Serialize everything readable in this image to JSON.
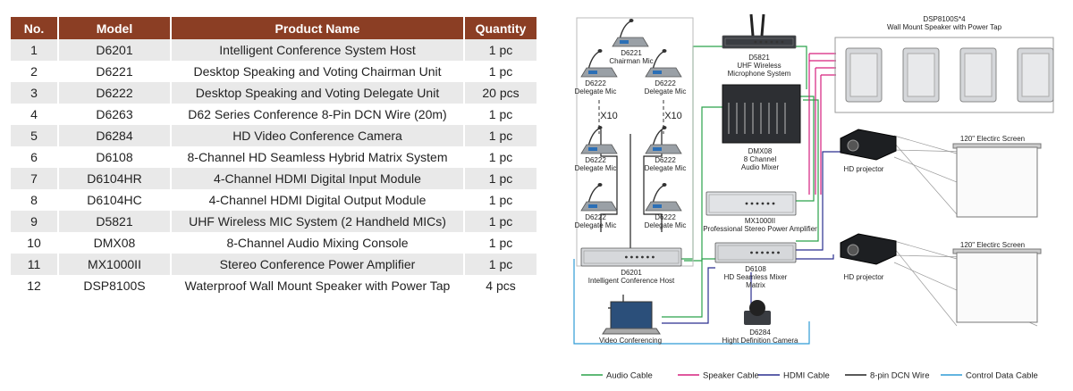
{
  "table": {
    "headers": [
      "No.",
      "Model",
      "Product Name",
      "Quantity"
    ],
    "rows": [
      [
        "1",
        "D6201",
        "Intelligent Conference System Host",
        "1 pc"
      ],
      [
        "2",
        "D6221",
        "Desktop Speaking and Voting Chairman Unit",
        "1 pc"
      ],
      [
        "3",
        "D6222",
        "Desktop Speaking and Voting Delegate Unit",
        "20 pcs"
      ],
      [
        "4",
        "D6263",
        "D62 Series Conference 8-Pin DCN Wire (20m)",
        "1 pc"
      ],
      [
        "5",
        "D6284",
        "HD Video Conference Camera",
        "1 pc"
      ],
      [
        "6",
        "D6108",
        "8-Channel HD Seamless Hybrid Matrix System",
        "1 pc"
      ],
      [
        "7",
        "D6104HR",
        "4-Channel HDMI Digital Input Module",
        "1 pc"
      ],
      [
        "8",
        "D6104HC",
        "4-Channel HDMI Digital Output Module",
        "1 pc"
      ],
      [
        "9",
        "D5821",
        "UHF Wireless MIC System (2 Handheld MICs)",
        "1 pc"
      ],
      [
        "10",
        "DMX08",
        "8-Channel Audio Mixing Console",
        "1 pc"
      ],
      [
        "11",
        "MX1000II",
        "Stereo Conference Power Amplifier",
        "1 pc"
      ],
      [
        "12",
        "DSP8100S",
        "Waterproof Wall Mount Speaker with Power Tap",
        "4 pcs"
      ]
    ]
  },
  "diagram": {
    "chairman_mic": [
      "D6221",
      "Chairman Mic"
    ],
    "delegate_mic": [
      "D6222",
      "Delegate Mic"
    ],
    "multiplier": "X10",
    "wireless": [
      "D5821",
      "UHF Wireless",
      "Microphone System"
    ],
    "speakers": [
      "DSP8100S*4",
      "Wall Mount Speaker with Power Tap"
    ],
    "mixer": [
      "DMX08",
      "8 Channel",
      "Audio Mixer"
    ],
    "amplifier": [
      "MX1000II",
      "Professional Stereo Power Amplifier"
    ],
    "host": [
      "D6201",
      "Intelligent Conference Host"
    ],
    "matrix": [
      "D6108",
      "HD Seamless Mixer",
      "Matrix"
    ],
    "camera": [
      "D6284",
      "Hight Definition Camera"
    ],
    "video_conf": "Video Conferencing",
    "projector": "HD projector",
    "screen": "120\" Electirc Screen",
    "legend": [
      {
        "label": "Audio Cable",
        "color": "#2aa24a"
      },
      {
        "label": "Speaker Cable",
        "color": "#d6207e"
      },
      {
        "label": "HDMI Cable",
        "color": "#2a2f8f"
      },
      {
        "label": "8-pin DCN Wire",
        "color": "#222222"
      },
      {
        "label": "Control Data Cable",
        "color": "#2f9bd6"
      }
    ]
  }
}
